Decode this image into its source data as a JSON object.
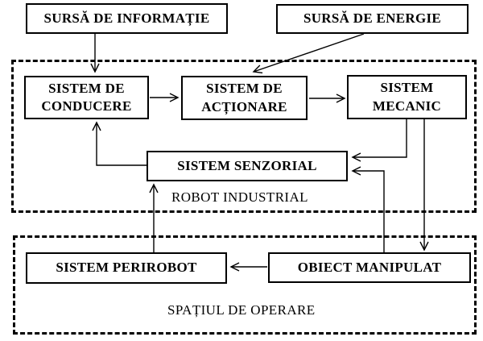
{
  "colors": {
    "line": "#000000",
    "background": "#ffffff",
    "box_background": "#ffffff"
  },
  "boxes": {
    "sursa_informatie": {
      "label": "SURSĂ DE INFORMAȚIE"
    },
    "sursa_energie": {
      "label": "SURSĂ DE ENERGIE"
    },
    "sistem_conducere": {
      "line1": "SISTEM DE",
      "line2": "CONDUCERE"
    },
    "sistem_actionare": {
      "line1": "SISTEM DE",
      "line2": "ACȚIONARE"
    },
    "sistem_mecanic": {
      "line1": "SISTEM",
      "line2": "MECANIC"
    },
    "sistem_senzorial": {
      "label": "SISTEM SENZORIAL"
    },
    "sistem_perirobot": {
      "label": "SISTEM PERIROBOT"
    },
    "obiect_manipulat": {
      "label": "OBIECT MANIPULAT"
    }
  },
  "regions": {
    "robot_industrial": {
      "label": "ROBOT INDUSTRIAL"
    },
    "spatiul_de_operare": {
      "label": "SPAȚIUL DE OPERARE"
    }
  },
  "connections": [
    {
      "from": "SURSĂ DE INFORMAȚIE",
      "to": "SISTEM DE CONDUCERE"
    },
    {
      "from": "SURSĂ DE ENERGIE",
      "to": "SISTEM DE ACȚIONARE"
    },
    {
      "from": "SISTEM DE CONDUCERE",
      "to": "SISTEM DE ACȚIONARE"
    },
    {
      "from": "SISTEM DE ACȚIONARE",
      "to": "SISTEM MECANIC"
    },
    {
      "from": "SISTEM MECANIC",
      "to": "SISTEM SENZORIAL"
    },
    {
      "from": "SISTEM MECANIC",
      "to": "OBIECT MANIPULAT"
    },
    {
      "from": "OBIECT MANIPULAT",
      "to": "SISTEM SENZORIAL"
    },
    {
      "from": "SISTEM SENZORIAL",
      "to": "SISTEM DE CONDUCERE"
    },
    {
      "from": "SISTEM PERIROBOT",
      "to": "SISTEM SENZORIAL"
    },
    {
      "from": "OBIECT MANIPULAT",
      "to": "SISTEM PERIROBOT"
    }
  ]
}
